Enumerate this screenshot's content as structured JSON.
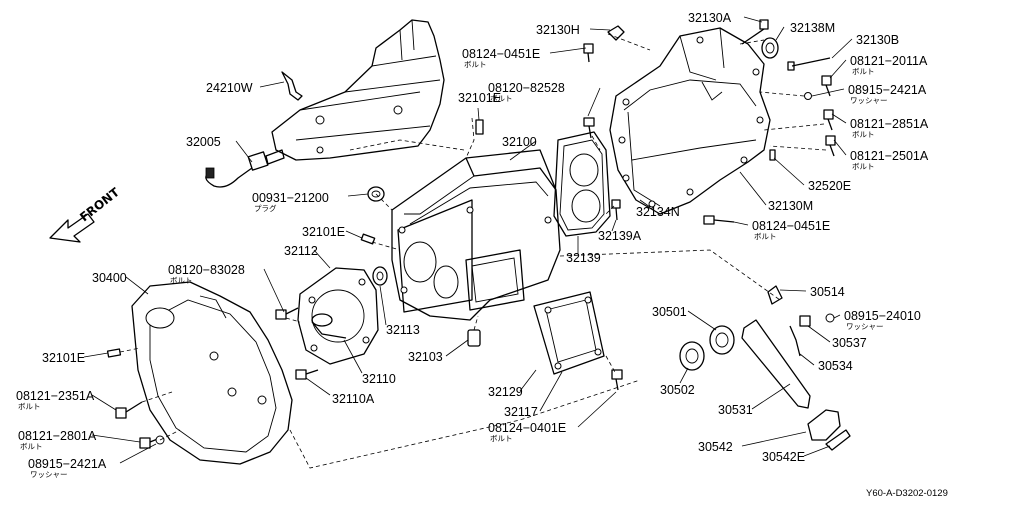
{
  "diagram": {
    "direction_label": "FRONT",
    "footer_code": "Y60-A-D3202-0129",
    "parts": [
      {
        "id": "24210W",
        "label": "24210W",
        "sub": ""
      },
      {
        "id": "32005",
        "label": "32005",
        "sub": ""
      },
      {
        "id": "32130H",
        "label": "32130H",
        "sub": ""
      },
      {
        "id": "08124-0451E-top",
        "label": "08124−0451E",
        "sub": "ボルト"
      },
      {
        "id": "32101E-top",
        "label": "32101E",
        "sub": ""
      },
      {
        "id": "08120-82528",
        "label": "08120−82528",
        "sub": "ボルト"
      },
      {
        "id": "32100",
        "label": "32100",
        "sub": ""
      },
      {
        "id": "00931-21200",
        "label": "00931−21200",
        "sub": "プラグ"
      },
      {
        "id": "32101E-mid",
        "label": "32101E",
        "sub": ""
      },
      {
        "id": "32112",
        "label": "32112",
        "sub": ""
      },
      {
        "id": "08120-83028",
        "label": "08120−83028",
        "sub": "ボルト"
      },
      {
        "id": "30400",
        "label": "30400",
        "sub": ""
      },
      {
        "id": "32101E-left",
        "label": "32101E",
        "sub": ""
      },
      {
        "id": "32113",
        "label": "32113",
        "sub": ""
      },
      {
        "id": "32110",
        "label": "32110",
        "sub": ""
      },
      {
        "id": "32110A",
        "label": "32110A",
        "sub": ""
      },
      {
        "id": "32103",
        "label": "32103",
        "sub": ""
      },
      {
        "id": "08121-2351A",
        "label": "08121−2351A",
        "sub": "ボルト"
      },
      {
        "id": "08121-2801A",
        "label": "08121−2801A",
        "sub": "ボルト"
      },
      {
        "id": "08915-2421A-left",
        "label": "08915−2421A",
        "sub": "ワッシャー"
      },
      {
        "id": "32129",
        "label": "32129",
        "sub": ""
      },
      {
        "id": "32117",
        "label": "32117",
        "sub": ""
      },
      {
        "id": "08124-0401E",
        "label": "08124−0401E",
        "sub": "ボルト"
      },
      {
        "id": "32139",
        "label": "32139",
        "sub": ""
      },
      {
        "id": "32139A",
        "label": "32139A",
        "sub": ""
      },
      {
        "id": "32134N",
        "label": "32134N",
        "sub": ""
      },
      {
        "id": "32130A",
        "label": "32130A",
        "sub": ""
      },
      {
        "id": "32138M",
        "label": "32138M",
        "sub": ""
      },
      {
        "id": "32130B",
        "label": "32130B",
        "sub": ""
      },
      {
        "id": "08121-2011A",
        "label": "08121−2011A",
        "sub": "ボルト"
      },
      {
        "id": "08915-2421A-right",
        "label": "08915−2421A",
        "sub": "ワッシャー"
      },
      {
        "id": "08121-2851A",
        "label": "08121−2851A",
        "sub": "ボルト"
      },
      {
        "id": "08121-2501A",
        "label": "08121−2501A",
        "sub": "ボルト"
      },
      {
        "id": "32520E",
        "label": "32520E",
        "sub": ""
      },
      {
        "id": "32130M",
        "label": "32130M",
        "sub": ""
      },
      {
        "id": "08124-0451E-right",
        "label": "08124−0451E",
        "sub": "ボルト"
      },
      {
        "id": "30514",
        "label": "30514",
        "sub": ""
      },
      {
        "id": "08915-24010",
        "label": "08915−24010",
        "sub": "ワッシャー"
      },
      {
        "id": "30501",
        "label": "30501",
        "sub": ""
      },
      {
        "id": "30537",
        "label": "30537",
        "sub": ""
      },
      {
        "id": "30534",
        "label": "30534",
        "sub": ""
      },
      {
        "id": "30502",
        "label": "30502",
        "sub": ""
      },
      {
        "id": "30531",
        "label": "30531",
        "sub": ""
      },
      {
        "id": "30542",
        "label": "30542",
        "sub": ""
      },
      {
        "id": "30542E",
        "label": "30542E",
        "sub": ""
      }
    ]
  }
}
